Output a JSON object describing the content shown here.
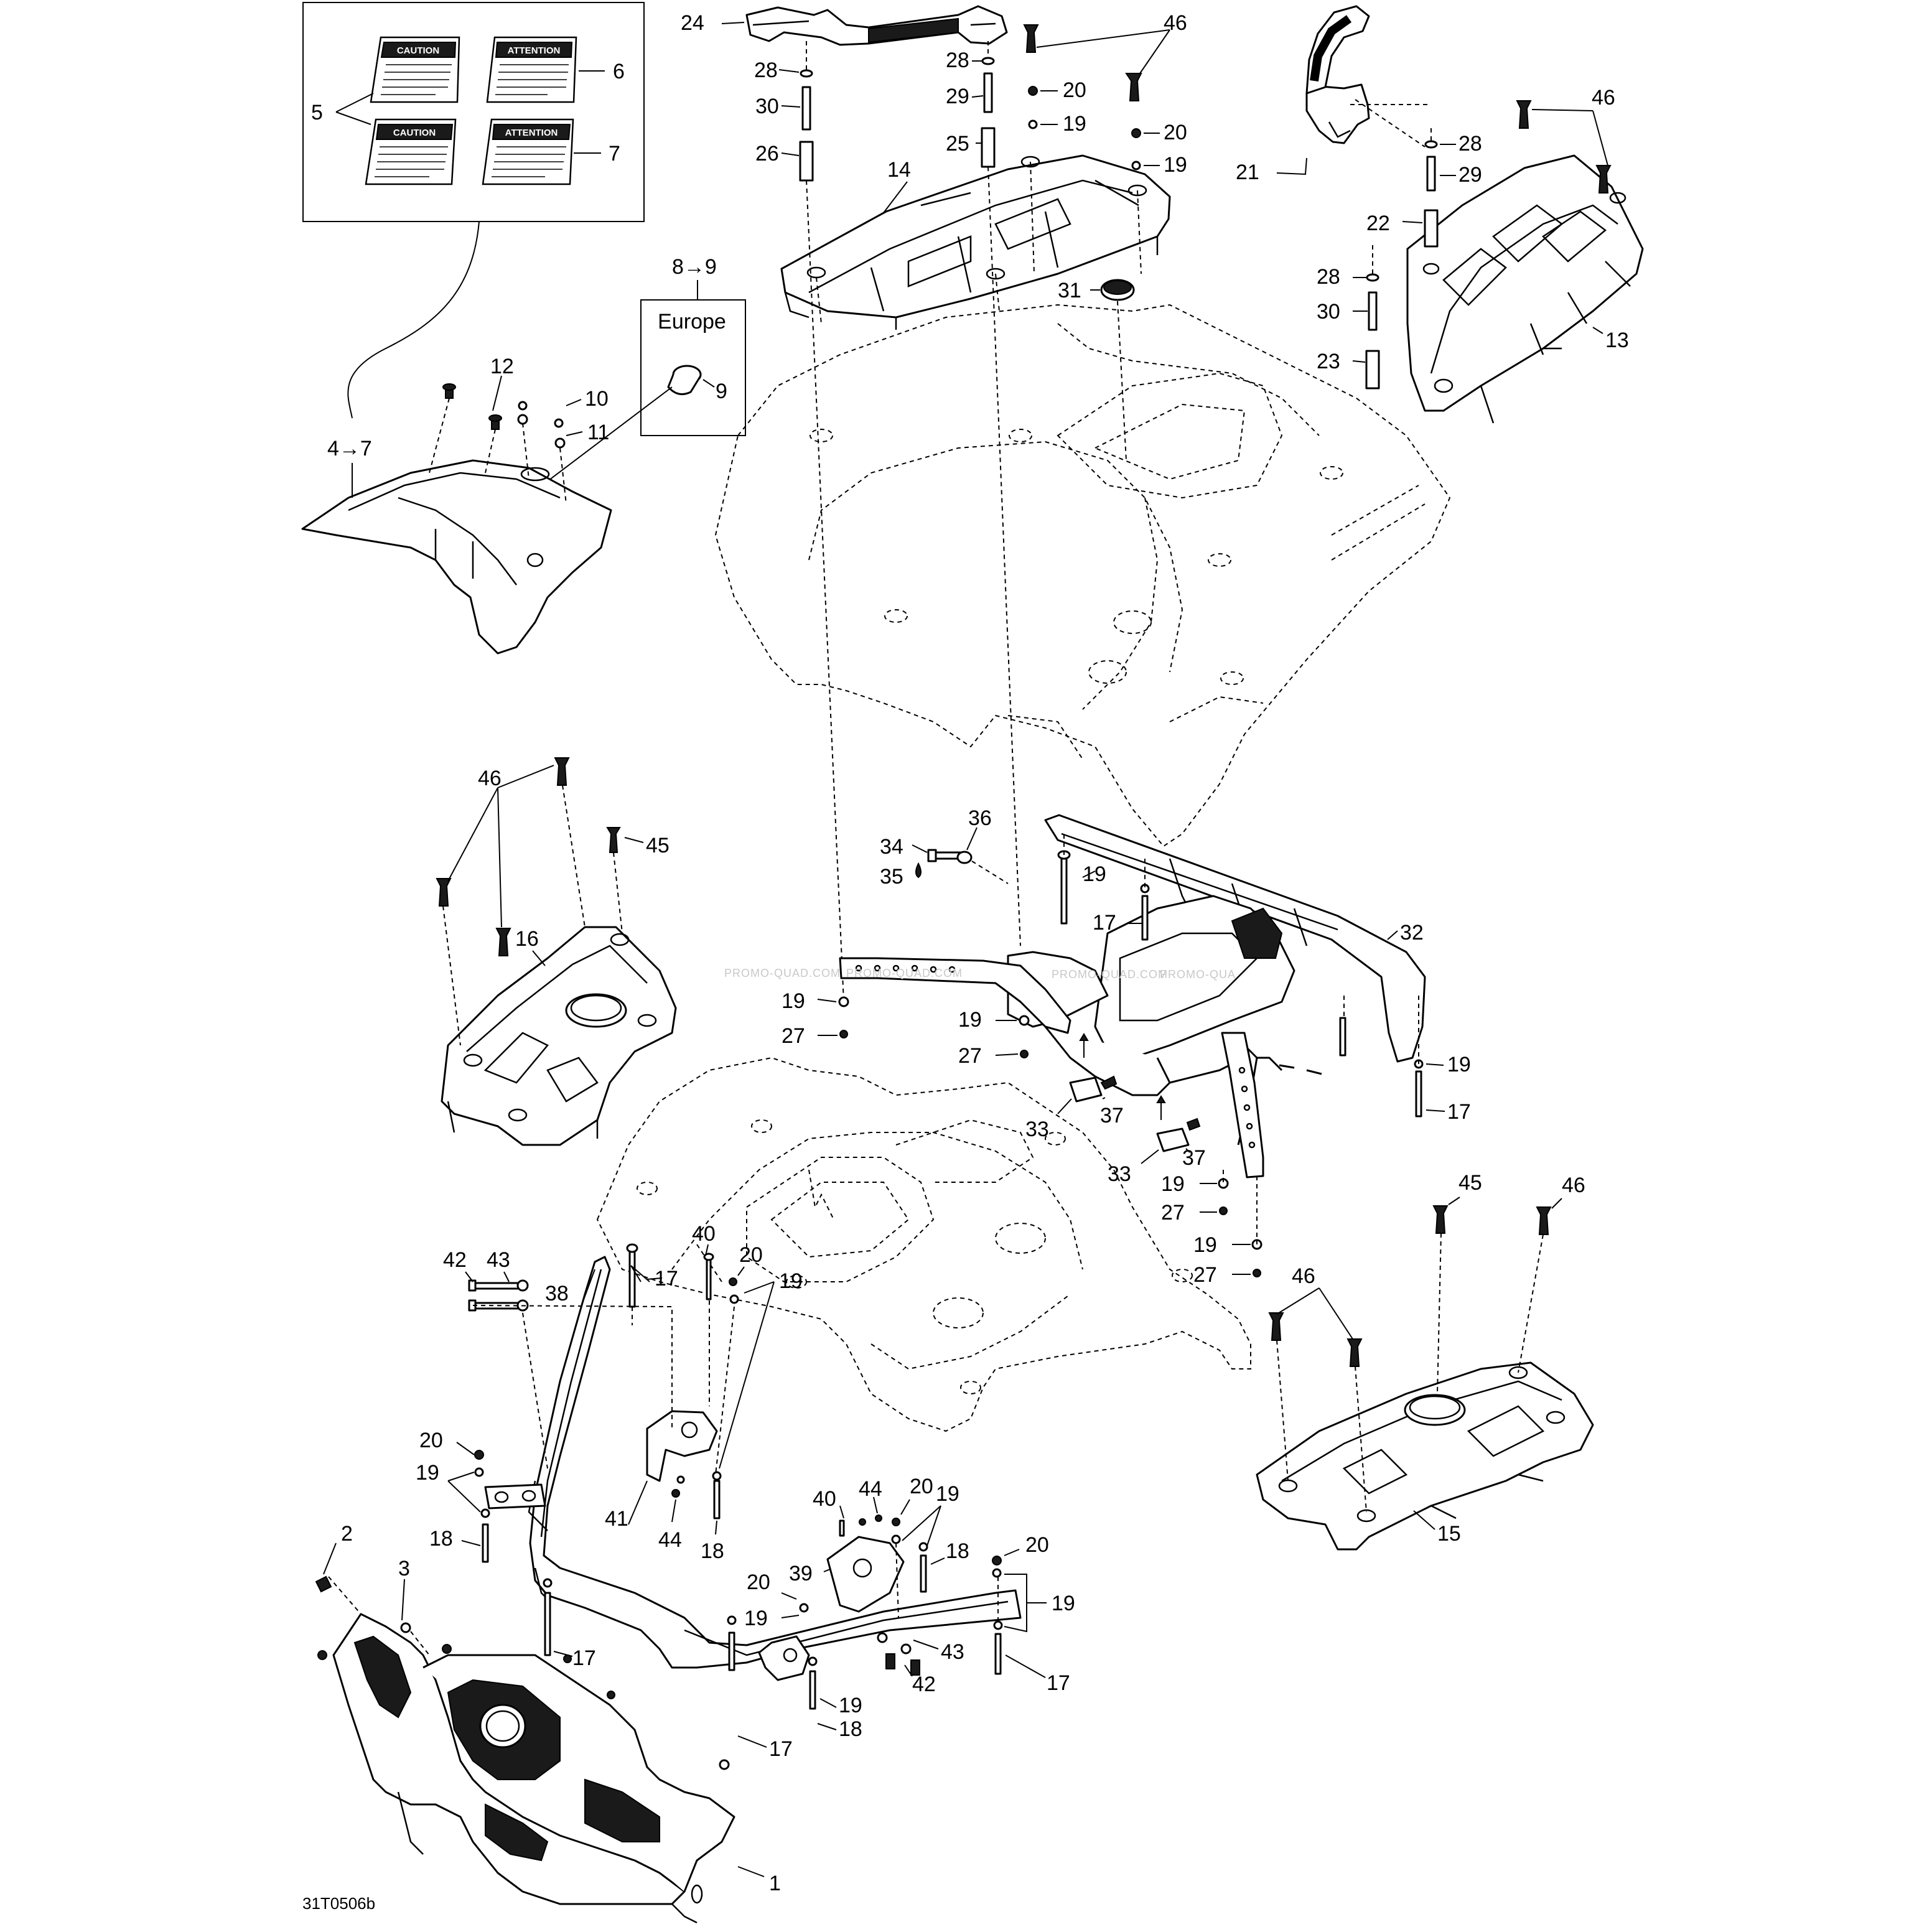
{
  "diagram": {
    "drawing_number": "31T0506b",
    "watermarks": [
      "PROMO-QUAD.COM",
      "PROMO-QUAD.COM",
      "PROMO-QUAD.COM",
      "PROMO-QUA"
    ],
    "region_box_label": "Europe",
    "region_box_range": "8→9",
    "inset_range_label": "4→7",
    "decals": {
      "caution_1": "CAUTION",
      "attention_1": "ATTENTION",
      "caution_2": "CAUTION",
      "attention_2": "ATTENTION"
    },
    "callouts": {
      "c1": "1",
      "c2": "2",
      "c3": "3",
      "c5": "5",
      "c6": "6",
      "c7": "7",
      "c9": "9",
      "c10": "10",
      "c11": "11",
      "c12": "12",
      "c13": "13",
      "c14": "14",
      "c15": "15",
      "c16": "16",
      "c17a": "17",
      "c17b": "17",
      "c17c": "17",
      "c17d": "17",
      "c17e": "17",
      "c17f": "17",
      "c18a": "18",
      "c18b": "18",
      "c18c": "18",
      "c18d": "18",
      "c19a": "19",
      "c19b": "19",
      "c19c": "19",
      "c19d": "19",
      "c19e": "19",
      "c19f": "19",
      "c19g": "19",
      "c19h": "19",
      "c19i": "19",
      "c19j": "19",
      "c19k": "19",
      "c19l": "19",
      "c19m": "19",
      "c19n": "19",
      "c20a": "20",
      "c20b": "20",
      "c20c": "20",
      "c20d": "20",
      "c20e": "20",
      "c20f": "20",
      "c20g": "20",
      "c21": "21",
      "c22": "22",
      "c23": "23",
      "c24": "24",
      "c25": "25",
      "c26": "26",
      "c27a": "27",
      "c27b": "27",
      "c27c": "27",
      "c27d": "27",
      "c28a": "28",
      "c28b": "28",
      "c28c": "28",
      "c28d": "28",
      "c29a": "29",
      "c29b": "29",
      "c30a": "30",
      "c30b": "30",
      "c31": "31",
      "c32": "32",
      "c33a": "33",
      "c33b": "33",
      "c34": "34",
      "c35": "35",
      "c36": "36",
      "c37a": "37",
      "c37b": "37",
      "c38": "38",
      "c39": "39",
      "c40a": "40",
      "c40b": "40",
      "c41": "41",
      "c42a": "42",
      "c42b": "42",
      "c43a": "43",
      "c43b": "43",
      "c44a": "44",
      "c44b": "44",
      "c45a": "45",
      "c45b": "45",
      "c46a": "46",
      "c46b": "46",
      "c46c": "46",
      "c46d": "46",
      "c46e": "46"
    }
  }
}
